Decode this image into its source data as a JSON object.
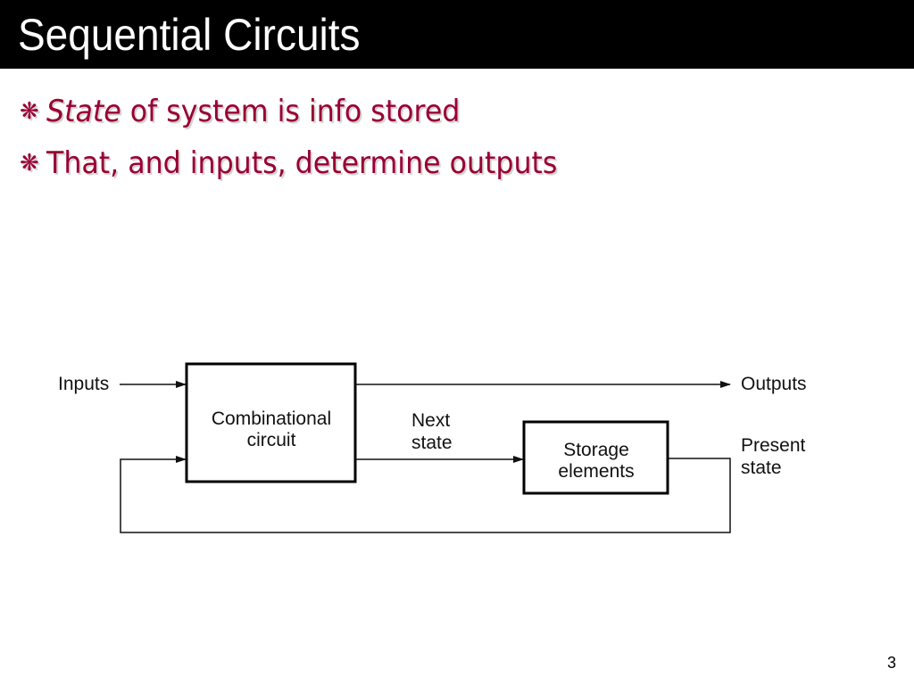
{
  "slide": {
    "title": "Sequential Circuits",
    "bullet_marker": "❋",
    "bullets": [
      {
        "emphasis": "State",
        "text": " of system is info stored"
      },
      {
        "emphasis": "",
        "text": "That, and inputs, determine outputs"
      }
    ],
    "page_number": "3"
  },
  "diagram": {
    "inputs_label": "Inputs",
    "outputs_label": "Outputs",
    "combinational_line1": "Combinational",
    "combinational_line2": "circuit",
    "next_state_line1": "Next",
    "next_state_line2": "state",
    "storage_line1": "Storage",
    "storage_line2": "elements",
    "present_state_line1": "Present",
    "present_state_line2": "state"
  },
  "colors": {
    "title_bar": "#000000",
    "title_text": "#ffffff",
    "bullet_text": "#990033"
  }
}
